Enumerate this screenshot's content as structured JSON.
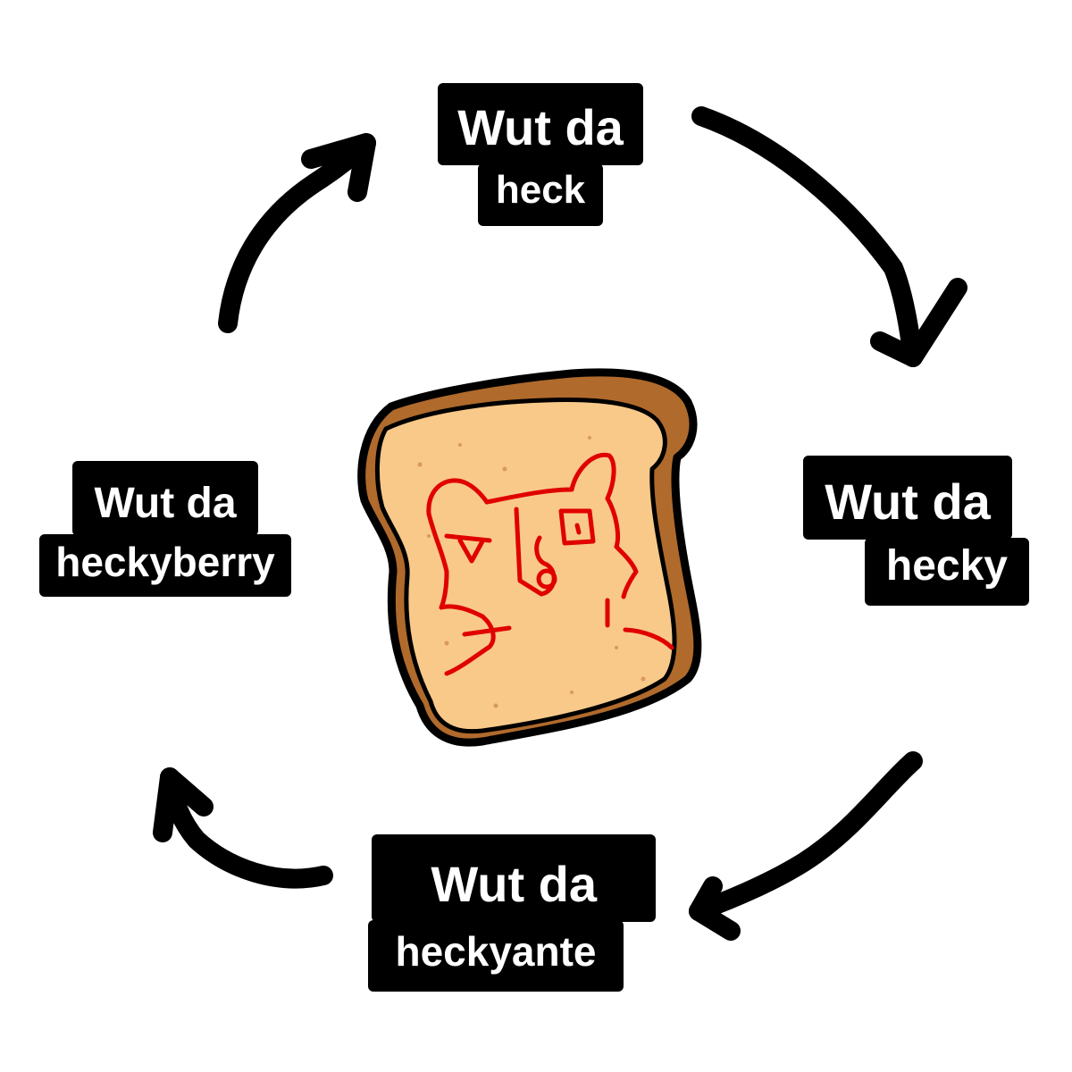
{
  "cycle": {
    "steps": [
      {
        "line1": "Wut da",
        "line2": "heck"
      },
      {
        "line1": "Wut da",
        "line2": "hecky"
      },
      {
        "line1": "Wut da",
        "line2": "heckyante"
      },
      {
        "line1": "Wut da",
        "line2": "heckyberry"
      }
    ]
  },
  "colors": {
    "arrow": "#000000",
    "box": "#000000",
    "text": "#ffffff",
    "crust": "#b06a2c",
    "bread": "#f9c98a",
    "doodle": "#e00000"
  },
  "icons": {
    "center": "toast-slice-icon",
    "arrow": "curved-arrow-icon"
  }
}
